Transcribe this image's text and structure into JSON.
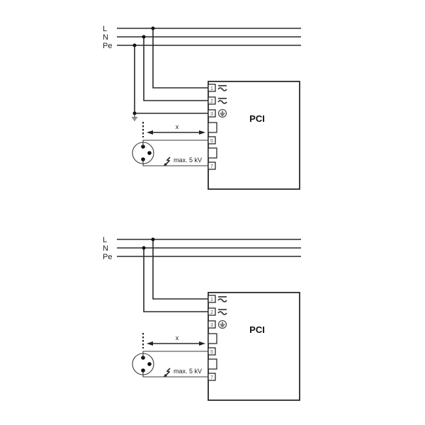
{
  "diagrams": [
    {
      "id": "with-pe",
      "bus_labels": [
        "L",
        "N",
        "Pe"
      ],
      "device_label": "PCI",
      "terminals": [
        "1",
        "2",
        "3",
        "",
        "5",
        "",
        "7"
      ],
      "distance_label": "x",
      "voltage_label": "max. 5 kV",
      "pe_connected": true
    },
    {
      "id": "without-pe",
      "bus_labels": [
        "L",
        "N",
        "Pe"
      ],
      "device_label": "PCI",
      "terminals": [
        "1",
        "2",
        "3",
        "",
        "5",
        "",
        "7"
      ],
      "distance_label": "x",
      "voltage_label": "max. 5 kV",
      "pe_connected": false
    }
  ],
  "icons": {
    "ac": "ac-symbol-icon",
    "earth": "protective-earth-icon",
    "ground": "ground-icon",
    "surge": "surge-arrow-icon",
    "connector": "three-pin-connector-icon"
  },
  "colors": {
    "line": "#2a2a2a",
    "background": "#ffffff"
  }
}
